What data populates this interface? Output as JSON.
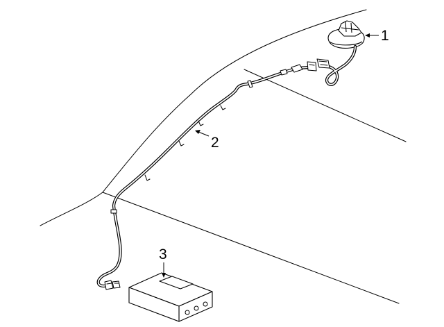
{
  "diagram": {
    "callouts": [
      {
        "number": "1",
        "part": "antenna"
      },
      {
        "number": "2",
        "part": "antenna-cable"
      },
      {
        "number": "3",
        "part": "receiver-module"
      }
    ],
    "colors": {
      "line": "#000000",
      "background": "#ffffff"
    }
  }
}
